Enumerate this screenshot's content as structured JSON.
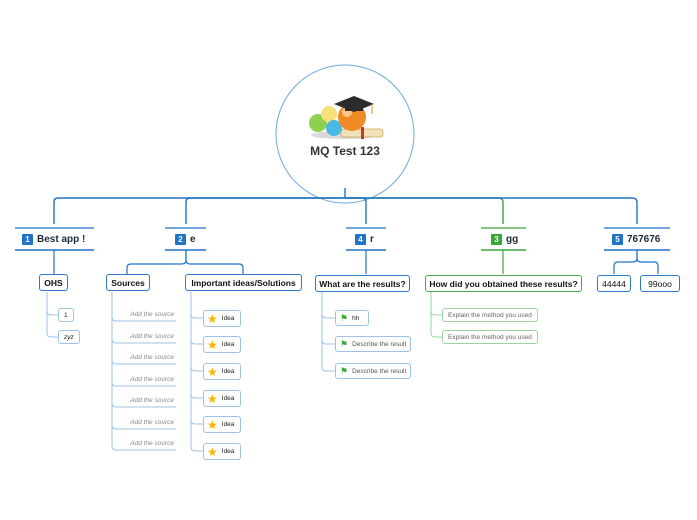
{
  "root": {
    "title": "MQ Test 123"
  },
  "colors": {
    "blue": "#1e74c8",
    "green": "#3aa635",
    "root_border": "#2e78c7"
  },
  "branches": [
    {
      "num": "1",
      "label": "Best app !",
      "color": "#1e74c8"
    },
    {
      "num": "2",
      "label": "e",
      "color": "#1e74c8"
    },
    {
      "num": "4",
      "label": "r",
      "color": "#1e74c8"
    },
    {
      "num": "3",
      "label": "gg",
      "color": "#3aa635"
    },
    {
      "num": "5",
      "label": "767676",
      "color": "#1e74c8"
    }
  ],
  "b1": {
    "child": "OHS",
    "leaves": [
      "1",
      "zyz"
    ]
  },
  "b2": {
    "sources_label": "Sources",
    "sources": [
      "Add the source",
      "Add the source",
      "Add the source",
      "Add the source",
      "Add the source",
      "Add the source",
      "Add the source"
    ],
    "ideas_label": "Important ideas/Solutions",
    "ideas": [
      "Idea",
      "Idea",
      "Idea",
      "Idea",
      "Idea",
      "Idea"
    ]
  },
  "b4": {
    "child": "What are the results?",
    "results": [
      "hh",
      "Describe the result",
      "Describe the result"
    ]
  },
  "b3": {
    "child": "How did you obtained these results?",
    "methods": [
      "Explain the method you used",
      "Explain the method you used"
    ]
  },
  "b5": {
    "children": [
      "44444",
      "99ooo"
    ]
  }
}
